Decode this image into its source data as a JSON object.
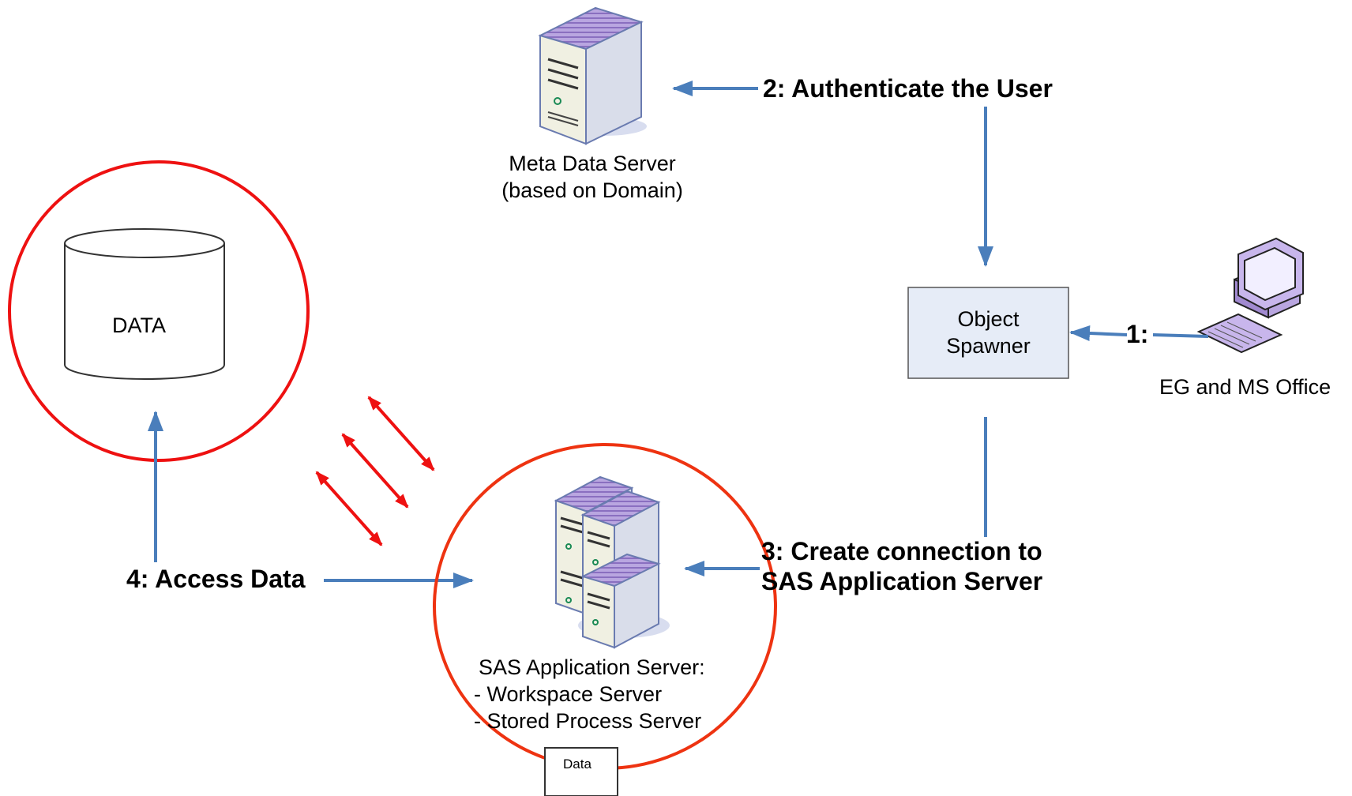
{
  "nodes": {
    "metadata_server": {
      "label_line1": "Meta Data Server",
      "label_line2": "(based on Domain)",
      "icon": "server-tower-icon"
    },
    "object_spawner": {
      "label_line1": "Object",
      "label_line2": "Spawner"
    },
    "client": {
      "label": "EG and MS Office",
      "icon": "desktop-computer-icon"
    },
    "data_store": {
      "label": "DATA",
      "icon": "database-cylinder-icon"
    },
    "app_server": {
      "label_line1": "SAS Application Server:",
      "label_line2": "- Workspace Server",
      "label_line3": "- Stored Process Server",
      "icon": "server-cluster-icon"
    },
    "data_doc": {
      "label": "Data",
      "icon": "document-icon"
    }
  },
  "steps": {
    "step1": "1:",
    "step2": "2: Authenticate the User",
    "step3_line1": "3: Create connection to",
    "step3_line2": "SAS Application Server",
    "step4": "4: Access Data"
  },
  "colors": {
    "arrow": "#4a7ebb",
    "highlight": "#ee1111",
    "box_fill": "#e6ecf7",
    "server_top": "#9a7fcc"
  }
}
